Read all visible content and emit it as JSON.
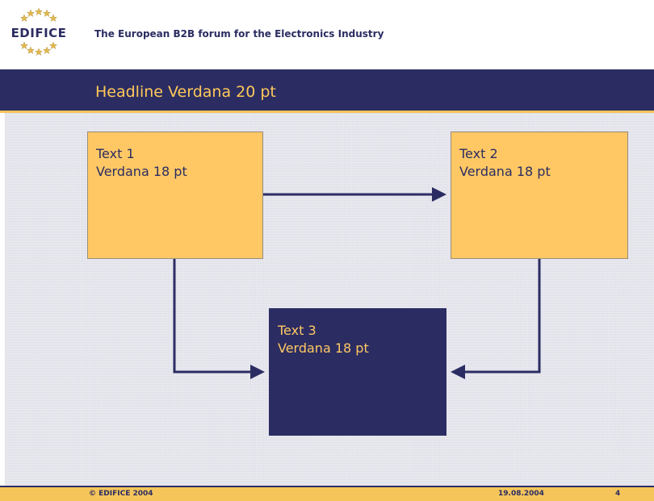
{
  "header": {
    "logo_text": "EDIFICE",
    "tagline": "The European B2B forum for the Electronics Industry"
  },
  "title": {
    "headline": "Headline Verdana 20 pt"
  },
  "diagram": {
    "boxes": [
      {
        "line1": "Text 1",
        "line2": "Verdana 18 pt"
      },
      {
        "line1": "Text 2",
        "line2": "Verdana 18 pt"
      },
      {
        "line1": "Text 3",
        "line2": "Verdana 18 pt"
      }
    ],
    "edges": [
      {
        "from": "Text 1",
        "to": "Text 2"
      },
      {
        "from": "Text 1",
        "to": "Text 3"
      },
      {
        "from": "Text 2",
        "to": "Text 3"
      }
    ]
  },
  "footer": {
    "copyright": "© EDIFICE 2004",
    "date": "19.08.2004",
    "page": "4"
  },
  "colors": {
    "navy": "#2b2d62",
    "yellow": "#ffc864",
    "background": "#e4e4ec"
  }
}
